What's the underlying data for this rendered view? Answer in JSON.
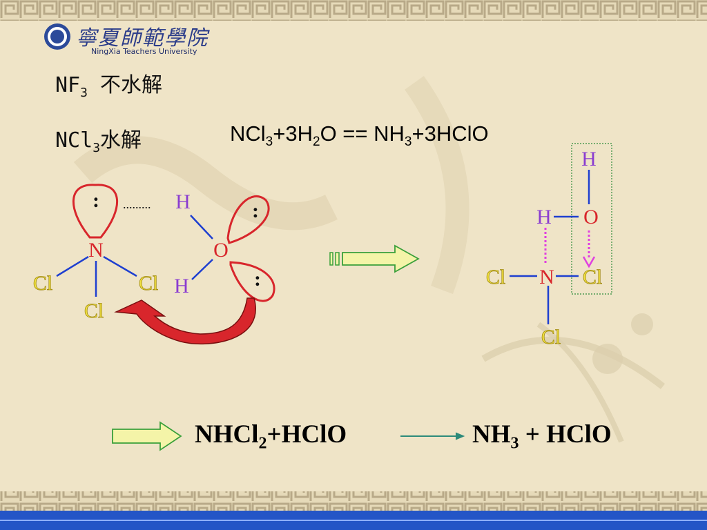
{
  "logo": {
    "name_cn": "寧夏師範學院",
    "name_en": "NingXia Teachers University"
  },
  "lines": {
    "nf3_formula": "NF",
    "nf3_sub": "3",
    "nf3_note": " 不水解",
    "ncl3_formula": "NCl",
    "ncl3_sub": "3",
    "ncl3_note": "水解"
  },
  "equation1": {
    "p1": "NCl",
    "s1": "3",
    "p2": "+3H",
    "s2": "2",
    "p3": "O == NH",
    "s3": "3",
    "p4": "+3HClO"
  },
  "left_molecule": {
    "n": "N",
    "cl_left": "Cl",
    "cl_right": "Cl",
    "cl_bottom": "Cl",
    "h_top": "H",
    "h_bottom": "H",
    "o": "O",
    "lone_pair": ":",
    "dots": "........."
  },
  "right_molecule": {
    "h_top": "H",
    "o": "O",
    "h_left": "H",
    "n": "N",
    "cl_left": "Cl",
    "cl_right": "Cl",
    "cl_bottom": "Cl"
  },
  "equation2": {
    "left_a": "NHCl",
    "left_sub": "2",
    "left_b": "+HClO",
    "right_a": "NH",
    "right_sub": "3",
    "right_b": " + HClO"
  },
  "colors": {
    "accent_blue": "#1e3fd0",
    "atom_red": "#d8262c",
    "atom_purple": "#8a3cd0",
    "atom_yellow": "#f0e040",
    "magenta": "#e040e0",
    "arrow_fill": "#f4f4a8",
    "arrow_stroke": "#3aa03a"
  }
}
